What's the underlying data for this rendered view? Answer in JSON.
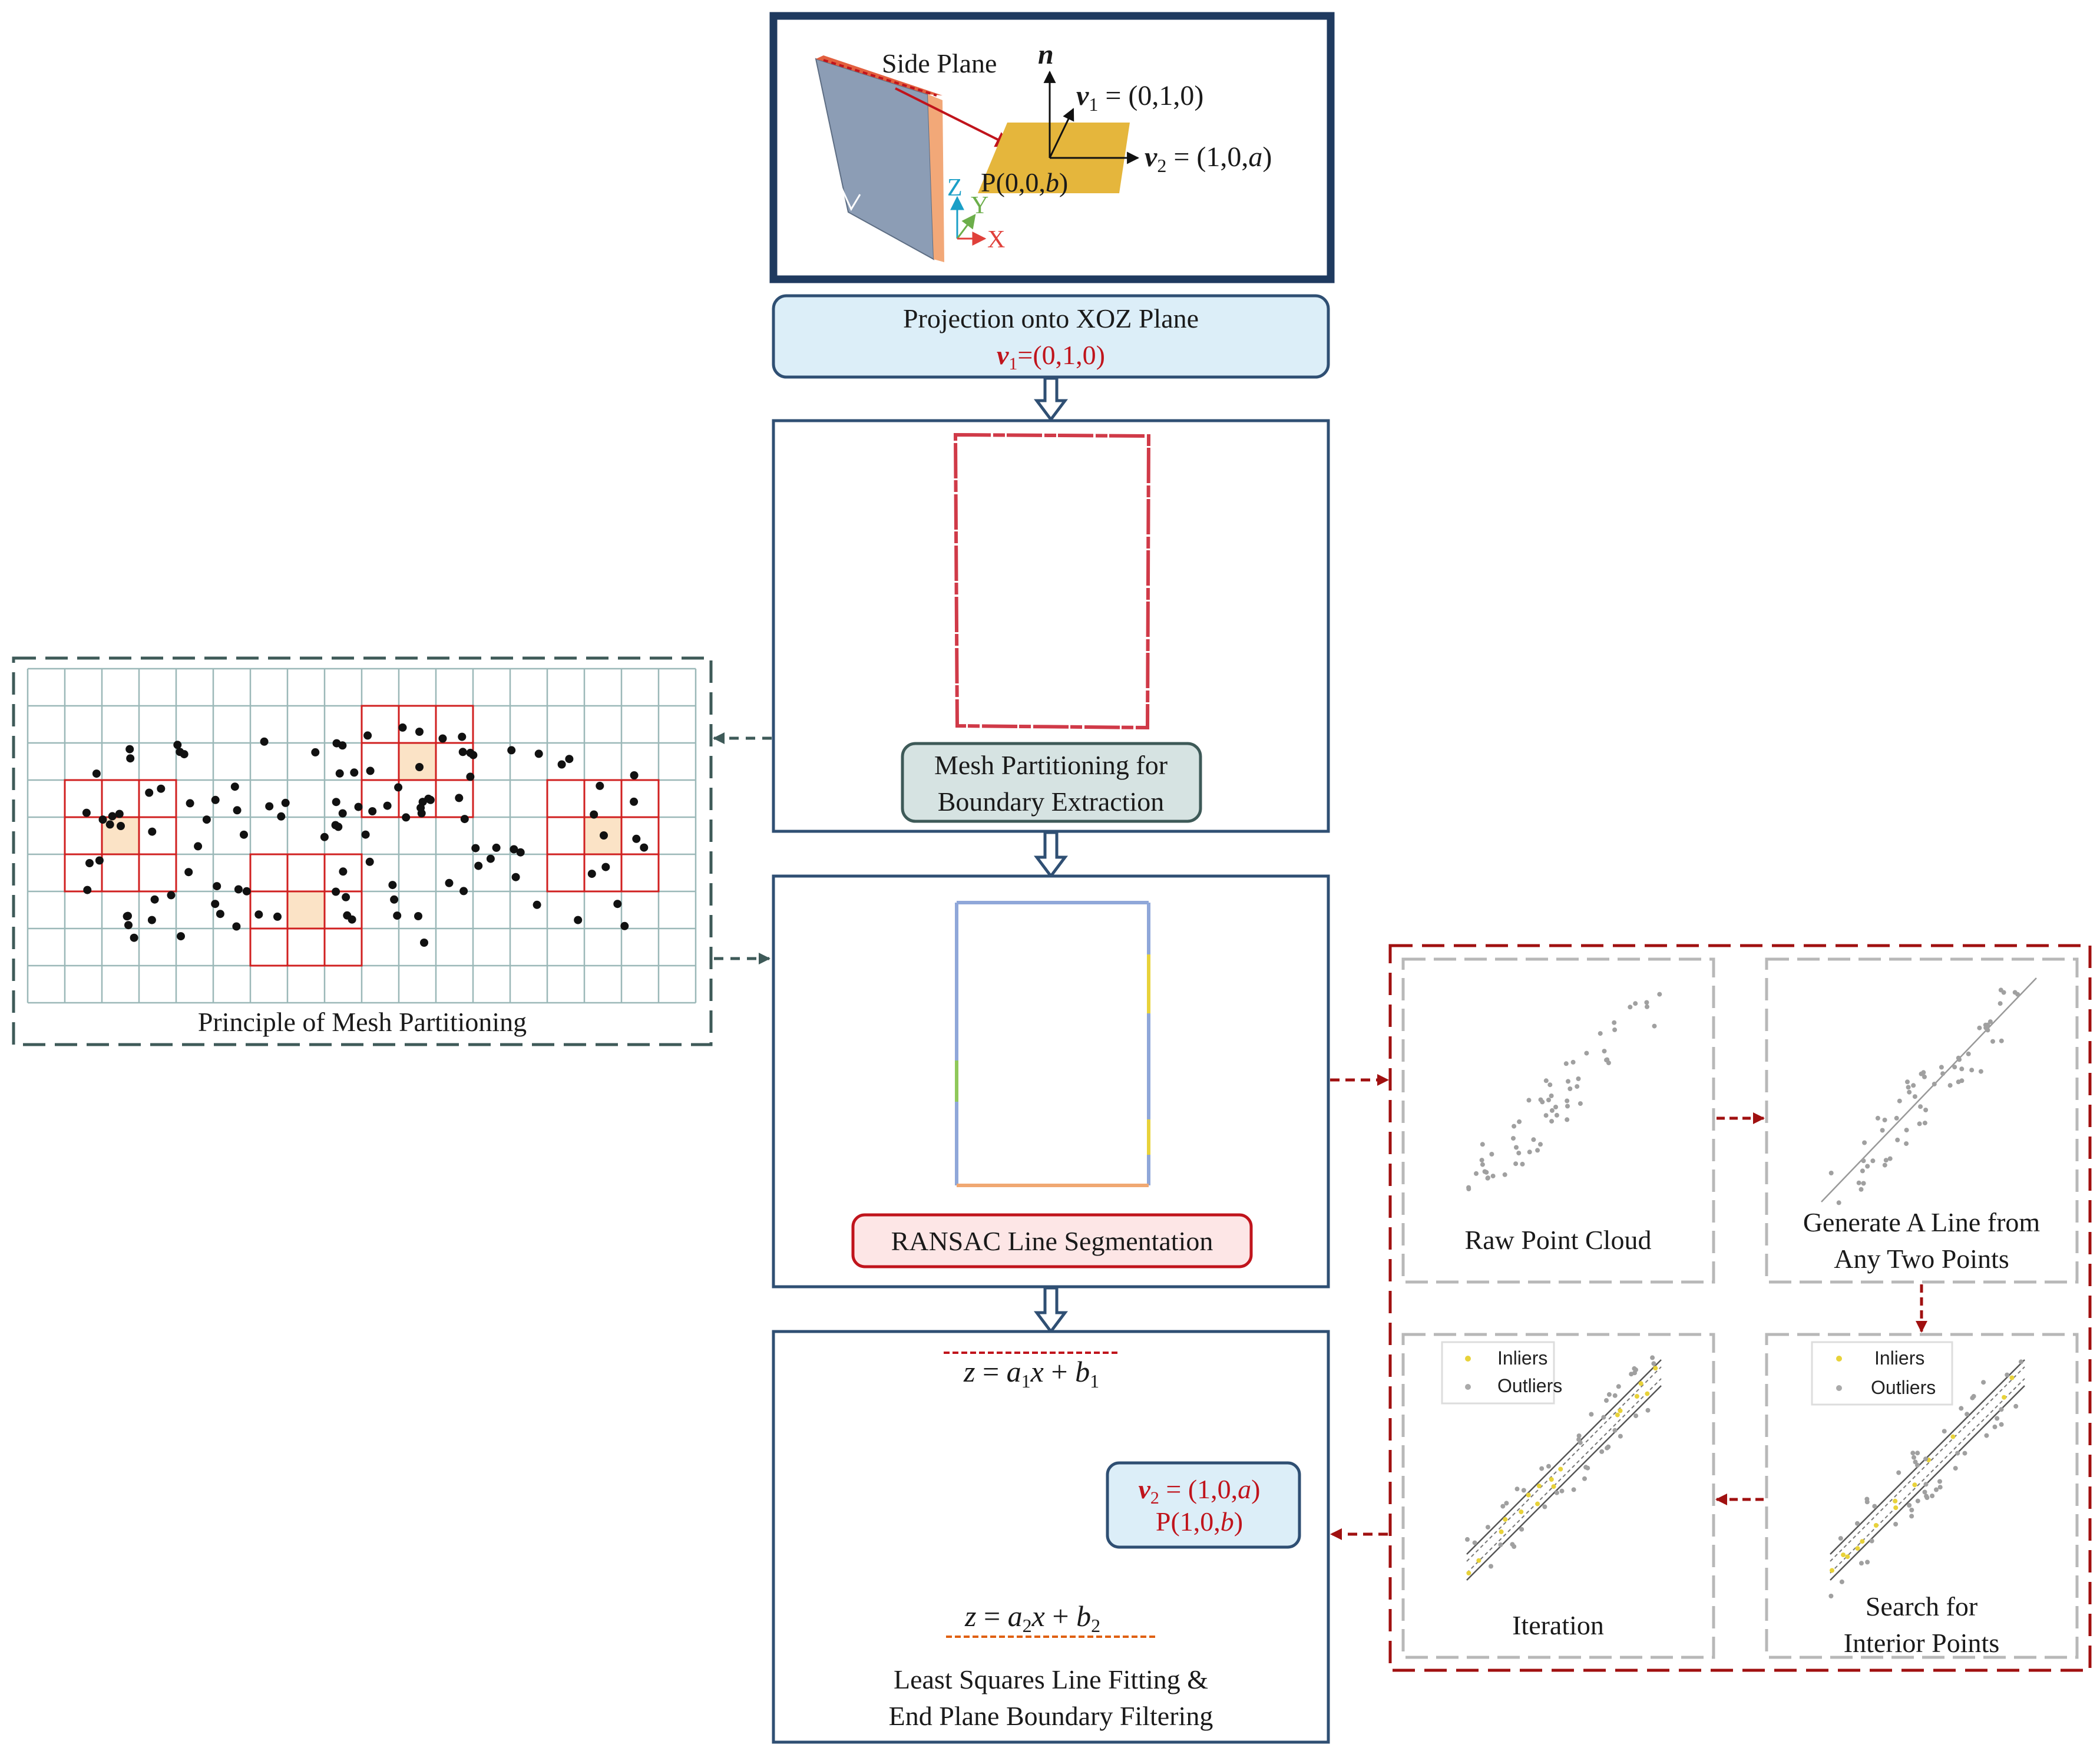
{
  "diagram": {
    "side_plane": {
      "title": "Side Plane",
      "normal_label": "n",
      "v1_label": "v",
      "v1_sub": "1",
      "v1_value": " = (0,1,0)",
      "v2_label": "v",
      "v2_sub": "2",
      "v2_value": " = (1,0,",
      "v2_a": "a",
      "v2_close": ")",
      "point_label": "P(0,0,",
      "point_b": "b",
      "point_close": ")",
      "axis_z": "Z",
      "axis_y": "Y",
      "axis_x": "X"
    },
    "projection": {
      "title": "Projection onto XOZ Plane",
      "v1_label": "v",
      "v1_sub": "1",
      "v1_value": "=(0,1,0)"
    },
    "mesh": {
      "label_line1": "Mesh Partitioning for",
      "label_line2": "Boundary Extraction"
    },
    "ransac": {
      "label": "RANSAC Line Segmentation"
    },
    "least_squares": {
      "eq1_z": "z",
      "eq1_eq": " = ",
      "eq1_a": "a",
      "eq1_a_sub": "1",
      "eq1_x": "x",
      "eq1_plus": " + ",
      "eq1_b": "b",
      "eq1_b_sub": "1",
      "eq2_z": "z",
      "eq2_eq": " = ",
      "eq2_a": "a",
      "eq2_a_sub": "2",
      "eq2_x": "x",
      "eq2_plus": " + ",
      "eq2_b": "b",
      "eq2_b_sub": "2",
      "v2_label": "v",
      "v2_sub": "2",
      "v2_value": " = (1,0,",
      "v2_a": "a",
      "v2_close": ")",
      "point_label": "P(1,0,",
      "point_b": "b",
      "point_close": ")",
      "caption_line1": "Least Squares Line Fitting &",
      "caption_line2": "End Plane Boundary Filtering"
    },
    "principle": {
      "caption": "Principle of Mesh Partitioning"
    },
    "ransac_steps": {
      "raw": "Raw Point Cloud",
      "generate_line1": "Generate A Line from",
      "generate_line2": "Any Two Points",
      "iteration": "Iteration",
      "search_line1": "Search for",
      "search_line2": "Interior Points",
      "legend_inliers": "Inliers",
      "legend_outliers": "Outliers"
    },
    "colors": {
      "dark_navy": "#1f3a5f",
      "box_border": "#2f4f73",
      "light_blue": "#dceef8",
      "mesh_fill": "#d6e3e2",
      "ransac_fill": "#fde6e6",
      "accent_red": "#c0141c",
      "plane_gold": "#e5b63c",
      "grid_teal": "#9bb8b8"
    }
  }
}
